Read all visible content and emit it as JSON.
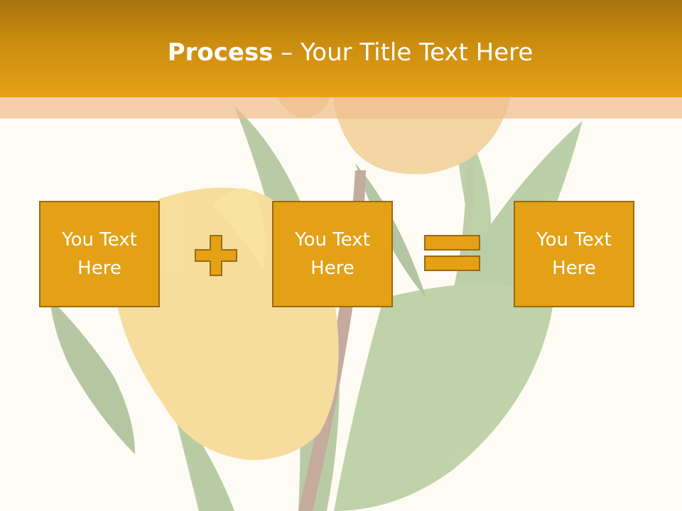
{
  "title": {
    "bold": "Process",
    "rest": " – Your Title Text Here"
  },
  "boxes": [
    {
      "text": "You Text Here"
    },
    {
      "text": "You Text Here"
    },
    {
      "text": "You Text Here"
    }
  ],
  "operators": {
    "first": "plus-icon",
    "second": "equals-icon"
  },
  "colors": {
    "header_top": "#a8730e",
    "header_bottom": "#e5a217",
    "box_fill": "#e4a115",
    "box_border": "#9b6a12",
    "background": "#fdfbf3"
  }
}
